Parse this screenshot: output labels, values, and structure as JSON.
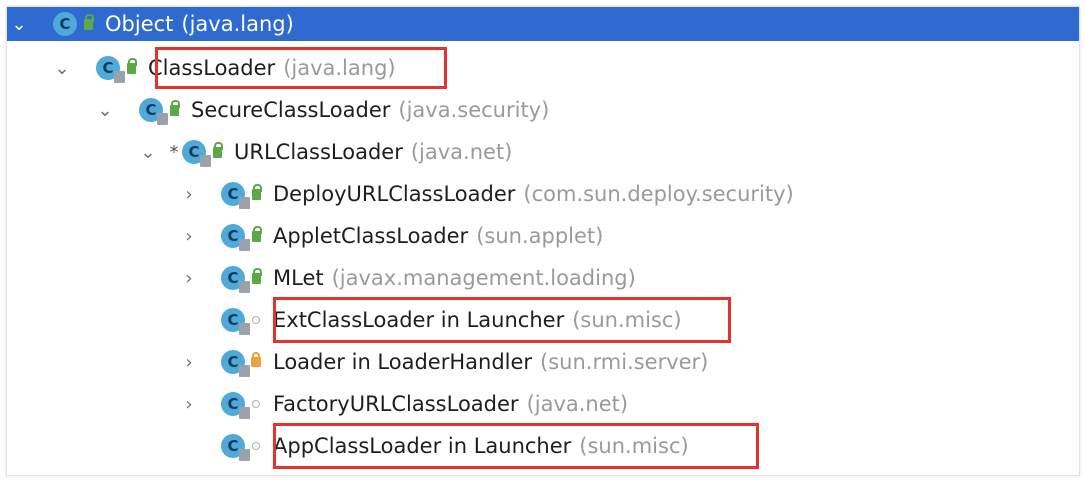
{
  "tree": {
    "rows": [
      {
        "name": "Object",
        "package": "(java.lang)",
        "selected": true,
        "expand": "expanded",
        "icon": "class-icon",
        "visibility": "public"
      },
      {
        "name": "ClassLoader",
        "package": "(java.lang)",
        "expand": "expanded",
        "icon": "abstract-class-icon",
        "visibility": "public",
        "highlighted": true
      },
      {
        "name": "SecureClassLoader",
        "package": "(java.security)",
        "expand": "expanded",
        "icon": "class-icon",
        "visibility": "public"
      },
      {
        "name": "URLClassLoader",
        "package": "(java.net)",
        "expand": "expanded",
        "icon": "class-icon",
        "visibility": "public",
        "marker": "*"
      },
      {
        "name": "DeployURLClassLoader",
        "package": "(com.sun.deploy.security)",
        "expand": "collapsed",
        "icon": "abstract-class-icon",
        "visibility": "public"
      },
      {
        "name": "AppletClassLoader",
        "package": "(sun.applet)",
        "expand": "collapsed",
        "icon": "class-icon",
        "visibility": "public"
      },
      {
        "name": "MLet",
        "package": "(javax.management.loading)",
        "expand": "collapsed",
        "icon": "class-icon",
        "visibility": "public"
      },
      {
        "name": "ExtClassLoader in Launcher",
        "package": "(sun.misc)",
        "expand": "none",
        "icon": "class-icon",
        "visibility": "package-private",
        "highlighted": true
      },
      {
        "name": "Loader in LoaderHandler",
        "package": "(sun.rmi.server)",
        "expand": "collapsed",
        "icon": "class-icon",
        "visibility": "private"
      },
      {
        "name": "FactoryURLClassLoader",
        "package": "(java.net)",
        "expand": "collapsed",
        "icon": "class-icon",
        "visibility": "package-private"
      },
      {
        "name": "AppClassLoader in Launcher",
        "package": "(sun.misc)",
        "expand": "none",
        "icon": "class-icon",
        "visibility": "package-private",
        "highlighted": true
      }
    ]
  },
  "icons": {
    "expanded": "chevron-down-icon",
    "collapsed": "chevron-right-icon",
    "class_letter": "C"
  },
  "colors": {
    "selection": "#2e6ad0",
    "highlight_box": "#e5322d",
    "public_lock": "#5aa846",
    "private_lock": "#e8a43a",
    "package_text": "#9a9a9a"
  }
}
